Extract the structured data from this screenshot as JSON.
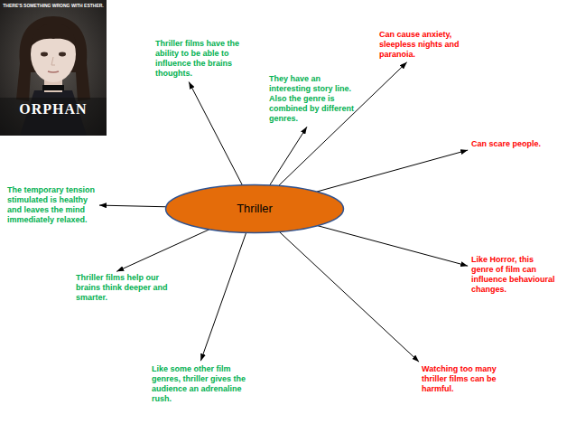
{
  "diagram": {
    "nodes": [
      {
        "text": [
          "Thriller"
        ]
      },
      {
        "text": [
          "Thriller films have the ability to be able to influence the brains thoughts."
        ]
      },
      {
        "text": [
          "They have an interesting story line. Also the genre is combined by different genres."
        ]
      },
      {
        "text": [
          "Can cause anxiety, sleepless nights and paranoia."
        ]
      },
      {
        "text": [
          "Can scare people."
        ]
      },
      {
        "text": [
          "Like Horror, this genre of film can influence behavioural changes."
        ]
      },
      {
        "text": [
          "Watching too many thriller films can be harmful."
        ]
      },
      {
        "text": [
          "Like some other film genres, thriller gives the audience an adrenaline rush."
        ]
      },
      {
        "text": [
          "Thriller films help our brains think deeper and smarter."
        ]
      },
      {
        "text": [
          "The temporary tension stimulated is healthy and leaves the mind immediately relaxed."
        ]
      }
    ],
    "edges": [
      {
        "from": 0,
        "to": 1,
        "arrow": "to"
      },
      {
        "from": 0,
        "to": 2,
        "arrow": "to"
      },
      {
        "from": 0,
        "to": 3,
        "arrow": "to"
      },
      {
        "from": 0,
        "to": 4,
        "arrow": "to"
      },
      {
        "from": 0,
        "to": 5,
        "arrow": "to"
      },
      {
        "from": 0,
        "to": 6,
        "arrow": "to"
      },
      {
        "from": 0,
        "to": 7,
        "arrow": "to"
      },
      {
        "from": 0,
        "to": 8,
        "arrow": "to"
      },
      {
        "from": 0,
        "to": 9,
        "arrow": "to"
      }
    ],
    "labels": [
      "THERE'S SOMETHING WRONG WITH ESTHER.",
      "ORPHAN"
    ]
  }
}
